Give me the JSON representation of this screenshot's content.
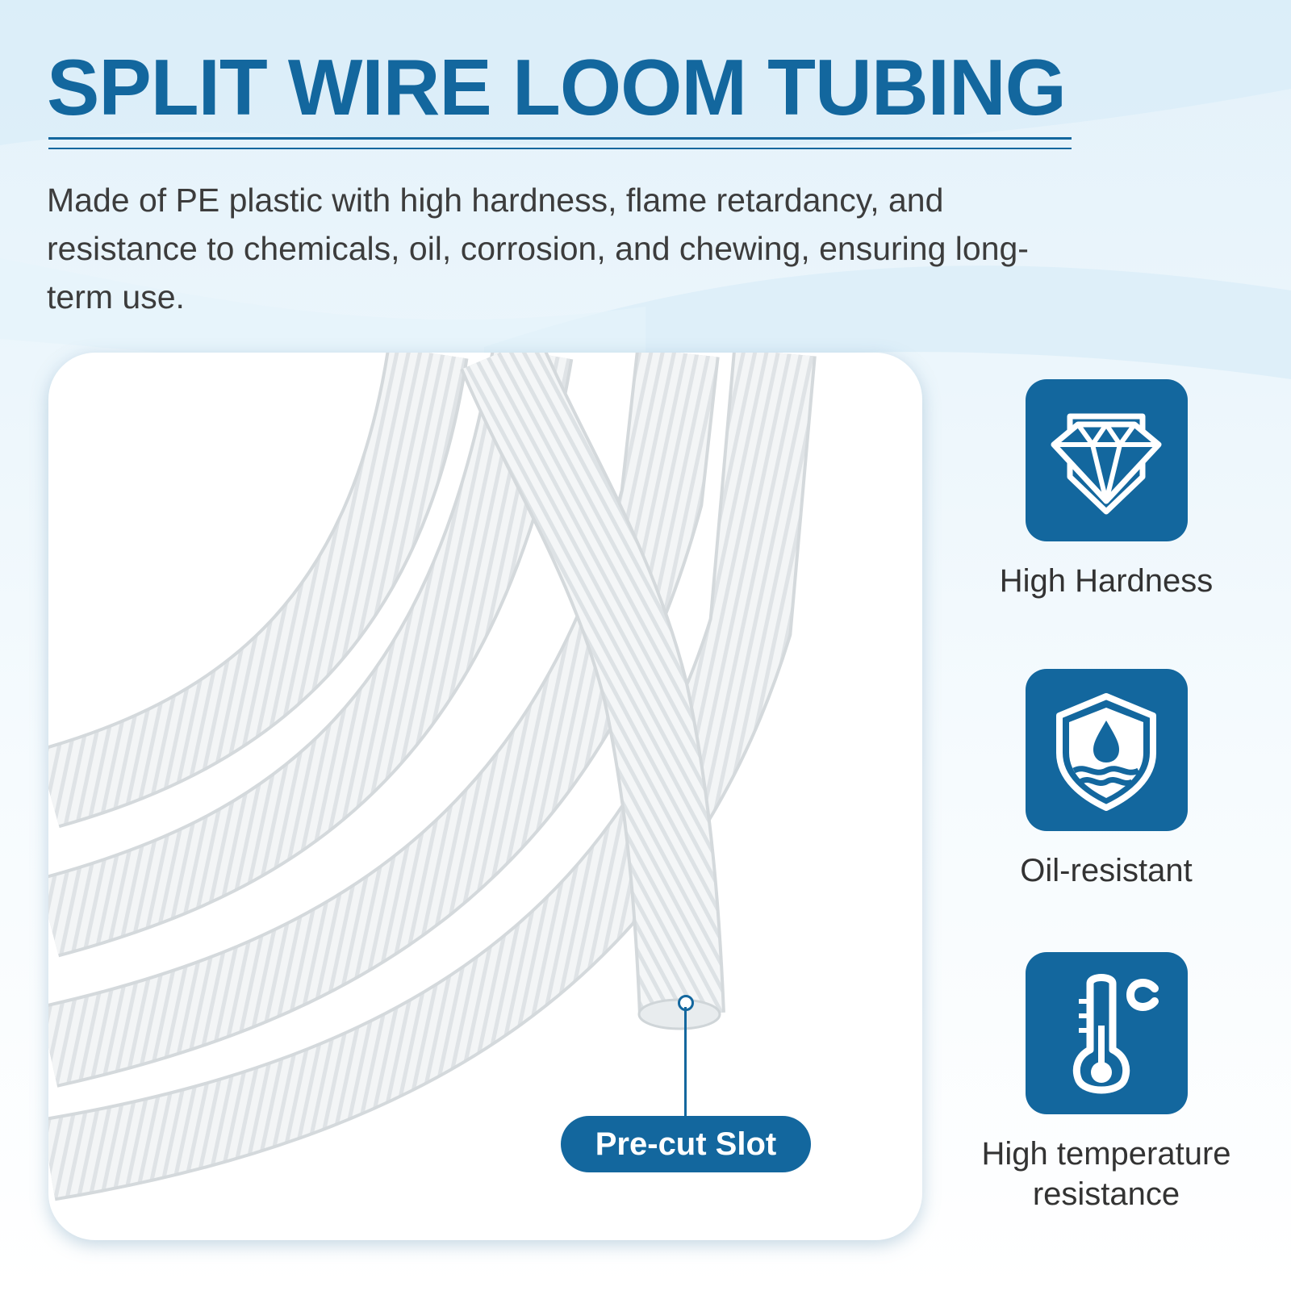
{
  "header": {
    "title": "SPLIT WIRE LOOM TUBING",
    "description": "Made of PE plastic with high hardness, flame retardancy, and resistance to chemicals, oil, corrosion, and chewing, ensuring long-term use."
  },
  "photo": {
    "callout_label": "Pre-cut Slot"
  },
  "features": [
    {
      "label": "High Hardness",
      "icon": "diamond-shield-icon"
    },
    {
      "label": "Oil-resistant",
      "icon": "oil-drop-shield-icon"
    },
    {
      "label": "High temperature resistance",
      "icon": "thermometer-celsius-icon"
    }
  ],
  "colors": {
    "brand": "#13679e",
    "text": "#3c3c3c",
    "background": "#e3f1fa"
  }
}
